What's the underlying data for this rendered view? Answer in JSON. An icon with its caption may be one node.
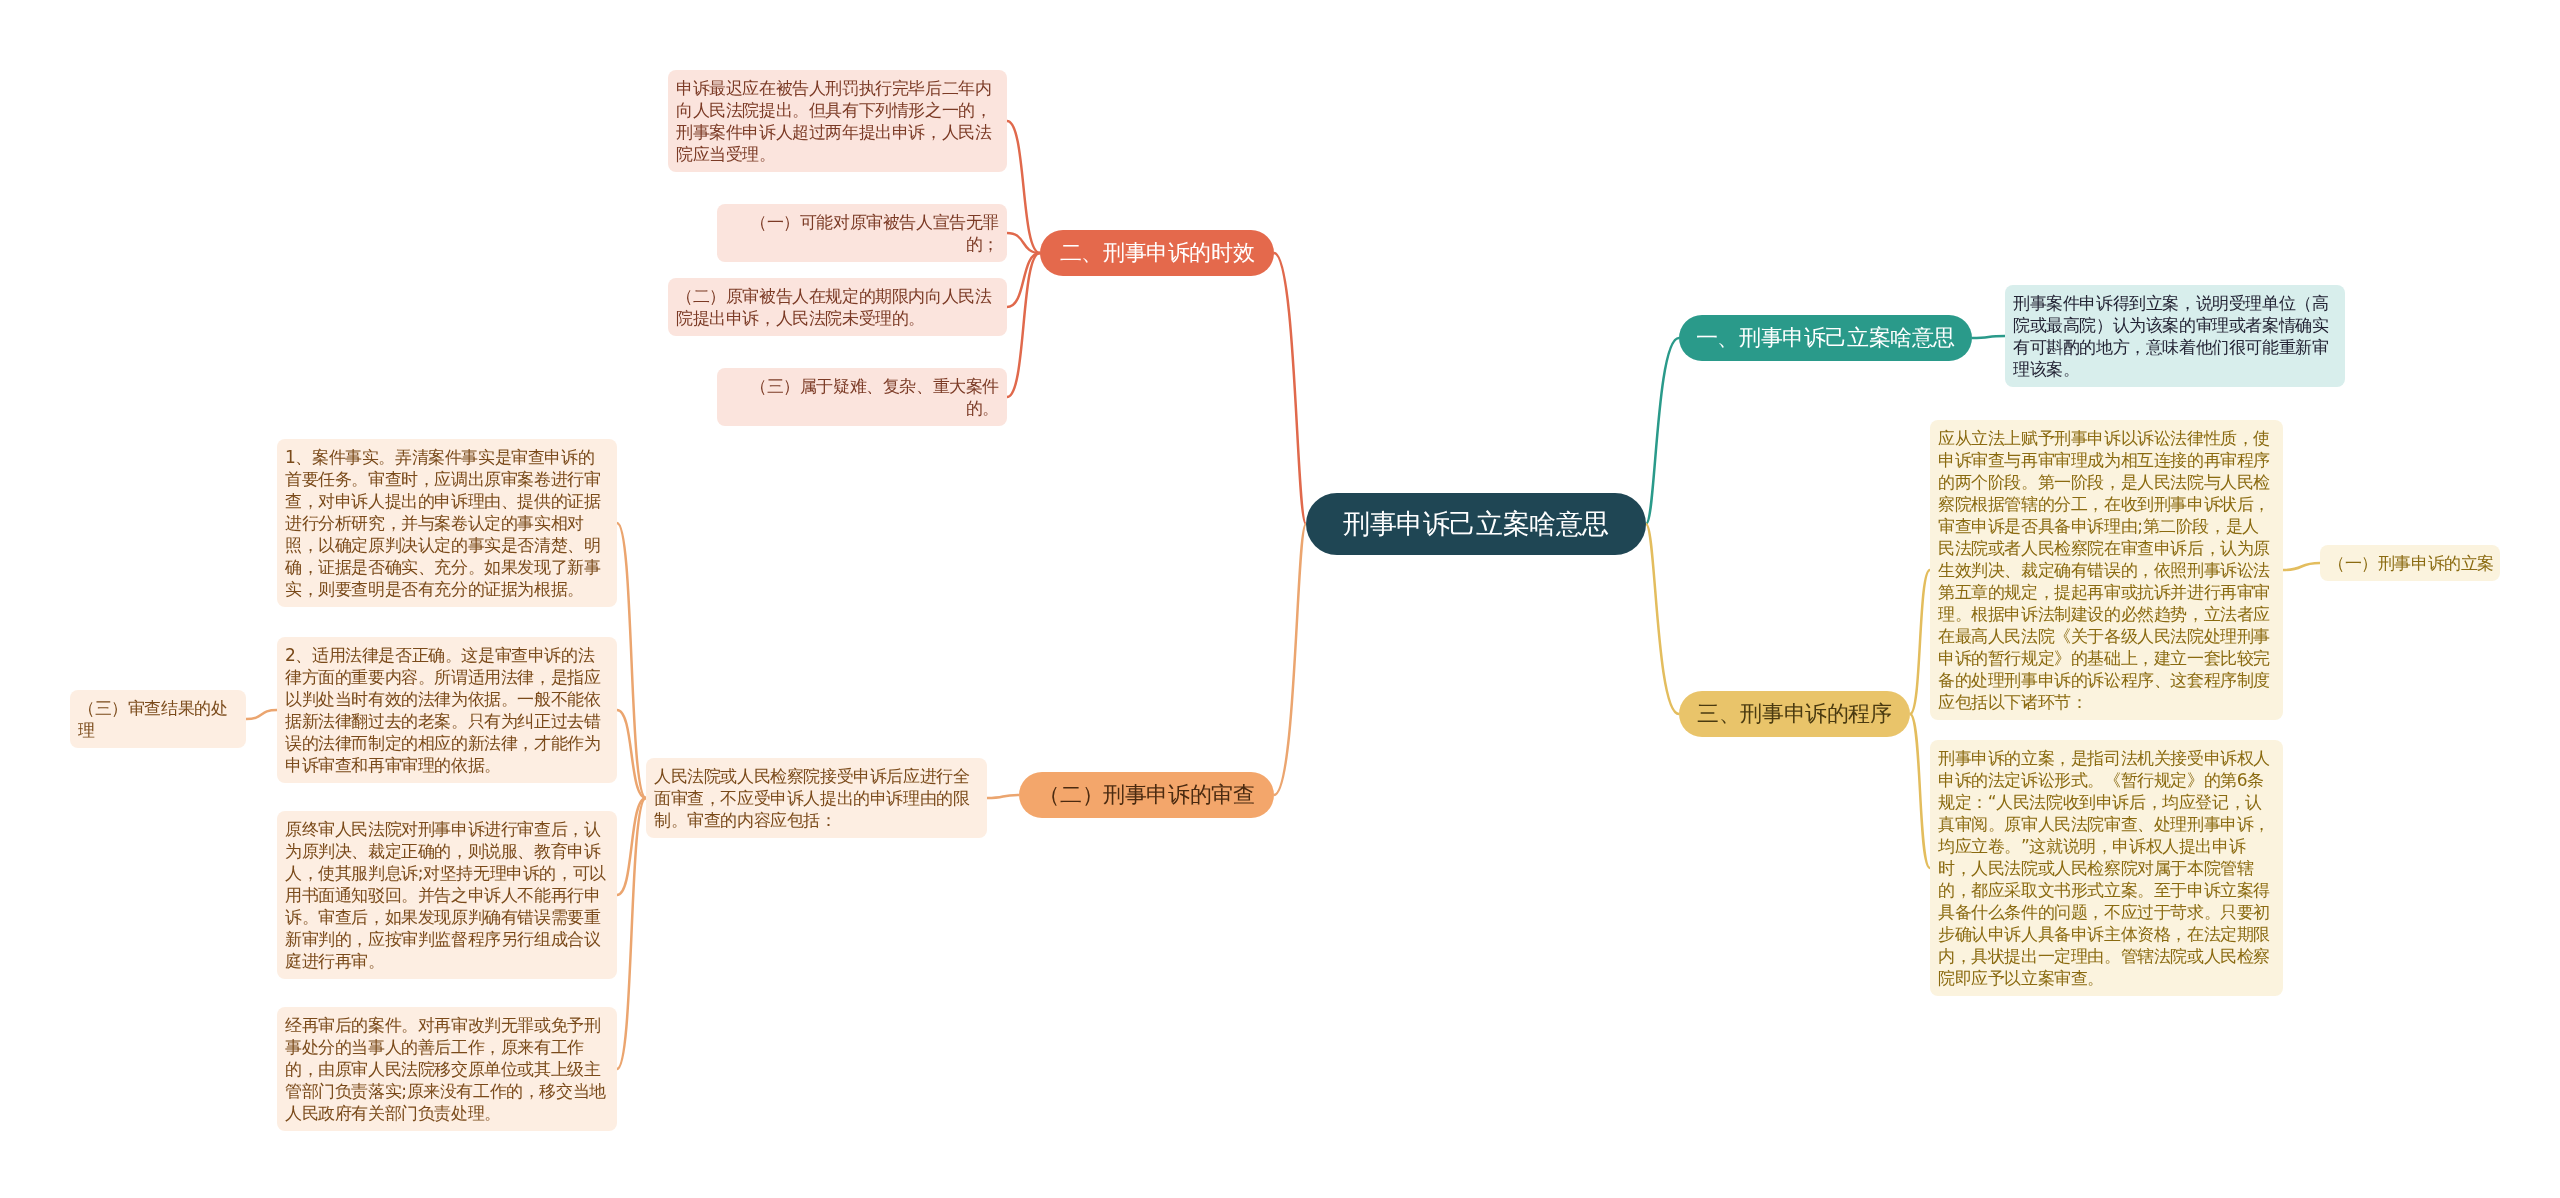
{
  "diagram": {
    "nodes": [
      {
        "text": [
          "刑事申诉己立案啥意思"
        ]
      },
      {
        "text": [
          "二、刑事申诉的时效"
        ]
      },
      {
        "text": [
          "申诉最迟应在被告人刑罚执行完毕后二年内向人民法院提出。但具有下列情形之一的，刑事案件申诉人超过两年提出申诉，人民法院应当受理。"
        ]
      },
      {
        "text": [
          "（一）可能对原审被告人宣告无罪的；"
        ]
      },
      {
        "text": [
          "（二）原审被告人在规定的期限内向人民法院提出申诉，人民法院未受理的。"
        ]
      },
      {
        "text": [
          "（三）属于疑难、复杂、重大案件的。"
        ]
      },
      {
        "text": [
          "一、刑事申诉己立案啥意思"
        ]
      },
      {
        "text": [
          "刑事案件申诉得到立案，说明受理单位（高院或最高院）认为该案的审理或者案情确实有可斟酌的地方，意味着他们很可能重新审理该案。"
        ]
      },
      {
        "text": [
          "（二）刑事申诉的审查"
        ]
      },
      {
        "text": [
          "人民法院或人民检察院接受申诉后应进行全面审查，不应受申诉人提出的申诉理由的限制。审查的内容应包括："
        ]
      },
      {
        "text": [
          "1、案件事实。弄清案件事实是审查申诉的首要任务。审查时，应调出原审案卷进行审查，对申诉人提出的申诉理由、提供的证据进行分析研究，并与案卷认定的事实相对照，以确定原判决认定的事实是否清楚、明确，证据是否确实、充分。如果发现了新事实，则要查明是否有充分的证据为根据。"
        ]
      },
      {
        "text": [
          "2、适用法律是否正确。这是审查申诉的法律方面的重要内容。所谓适用法律，是指应以判处当时有效的法律为依据。一般不能依据新法律翻过去的老案。只有为纠正过去错误的法律而制定的相应的新法律，才能作为申诉审查和再审审理的依据。"
        ]
      },
      {
        "text": [
          "原终审人民法院对刑事申诉进行审查后，认为原判决、裁定正确的，则说服、教育申诉人，使其服判息诉;对坚持无理申诉的，可以用书面通知驳回。并告之申诉人不能再行申诉。审查后，如果发现原判确有错误需要重新审判的，应按审判监督程序另行组成合议庭进行再审。"
        ]
      },
      {
        "text": [
          "经再审后的案件。对再审改判无罪或免予刑事处分的当事人的善后工作，原来有工作的，由原审人民法院移交原单位或其上级主管部门负责落实;原来没有工作的，移交当地人民政府有关部门负责处理。"
        ]
      },
      {
        "text": [
          "（三）审查结果的处理"
        ]
      },
      {
        "text": [
          "三、刑事申诉的程序"
        ]
      },
      {
        "text": [
          "应从立法上赋予刑事申诉以诉讼法律性质，使申诉审查与再审审理成为相互连接的再审程序的两个阶段。第一阶段，是人民法院与人民检察院根据管辖的分工，在收到刑事申诉状后，审查申诉是否具备申诉理由;第二阶段，是人民法院或者人民检察院在审查申诉后，认为原生效判决、裁定确有错误的，依照刑事诉讼法第五章的规定，提起再审或抗诉并进行再审审理。根据申诉法制建设的必然趋势，立法者应在最高人民法院《关于各级人民法院处理刑事申诉的暂行规定》的基础上，建立一套比较完备的处理刑事申诉的诉讼程序、这套程序制度应包括以下诸环节："
        ]
      },
      {
        "text": [
          "（一）刑事申诉的立案"
        ]
      },
      {
        "text": [
          "刑事申诉的立案，是指司法机关接受申诉权人申诉的法定诉讼形式。《暂行规定》的第6条规定：“人民法院收到申诉后，均应登记，认真审阅。原审人民法院审查、处理刑事申诉，均应立卷。”这就说明，申诉权人提出申诉时，人民法院或人民检察院对属于本院管辖的，都应采取文书形式立案。至于申诉立案得具备什么条件的问题，不应过于苛求。只要初步确认申诉人具备申诉主体资格，在法定期限内，具状提出一定理由。管辖法院或人民检察院即应予以立案审查。"
        ]
      }
    ],
    "edges": [
      {
        "from": 0,
        "to": 1,
        "arrow": "none",
        "color": "#e0694c"
      },
      {
        "from": 1,
        "to": 2,
        "arrow": "none",
        "color": "#e0694c"
      },
      {
        "from": 1,
        "to": 3,
        "arrow": "none",
        "color": "#e0694c"
      },
      {
        "from": 1,
        "to": 4,
        "arrow": "none",
        "color": "#e0694c"
      },
      {
        "from": 1,
        "to": 5,
        "arrow": "none",
        "color": "#e0694c"
      },
      {
        "from": 0,
        "to": 6,
        "arrow": "none",
        "color": "#2a9a8a"
      },
      {
        "from": 6,
        "to": 7,
        "arrow": "none",
        "color": "#2a9a8a"
      },
      {
        "from": 0,
        "to": 8,
        "arrow": "none"
      },
      {
        "from": 8,
        "to": 9,
        "arrow": "none"
      },
      {
        "from": 9,
        "to": 10,
        "arrow": "none"
      },
      {
        "from": 9,
        "to": 11,
        "arrow": "none"
      },
      {
        "from": 9,
        "to": 12,
        "arrow": "none"
      },
      {
        "from": 9,
        "to": 13,
        "arrow": "none"
      },
      {
        "from": 11,
        "to": 14,
        "arrow": "none"
      },
      {
        "from": 0,
        "to": 15,
        "arrow": "none",
        "color": "#e3bd5e"
      },
      {
        "from": 15,
        "to": 16,
        "arrow": "none",
        "color": "#e3bd5e"
      },
      {
        "from": 16,
        "to": 17,
        "arrow": "none",
        "color": "#e3bd5e"
      },
      {
        "from": 15,
        "to": 18,
        "arrow": "none",
        "color": "#e3bd5e"
      }
    ]
  }
}
